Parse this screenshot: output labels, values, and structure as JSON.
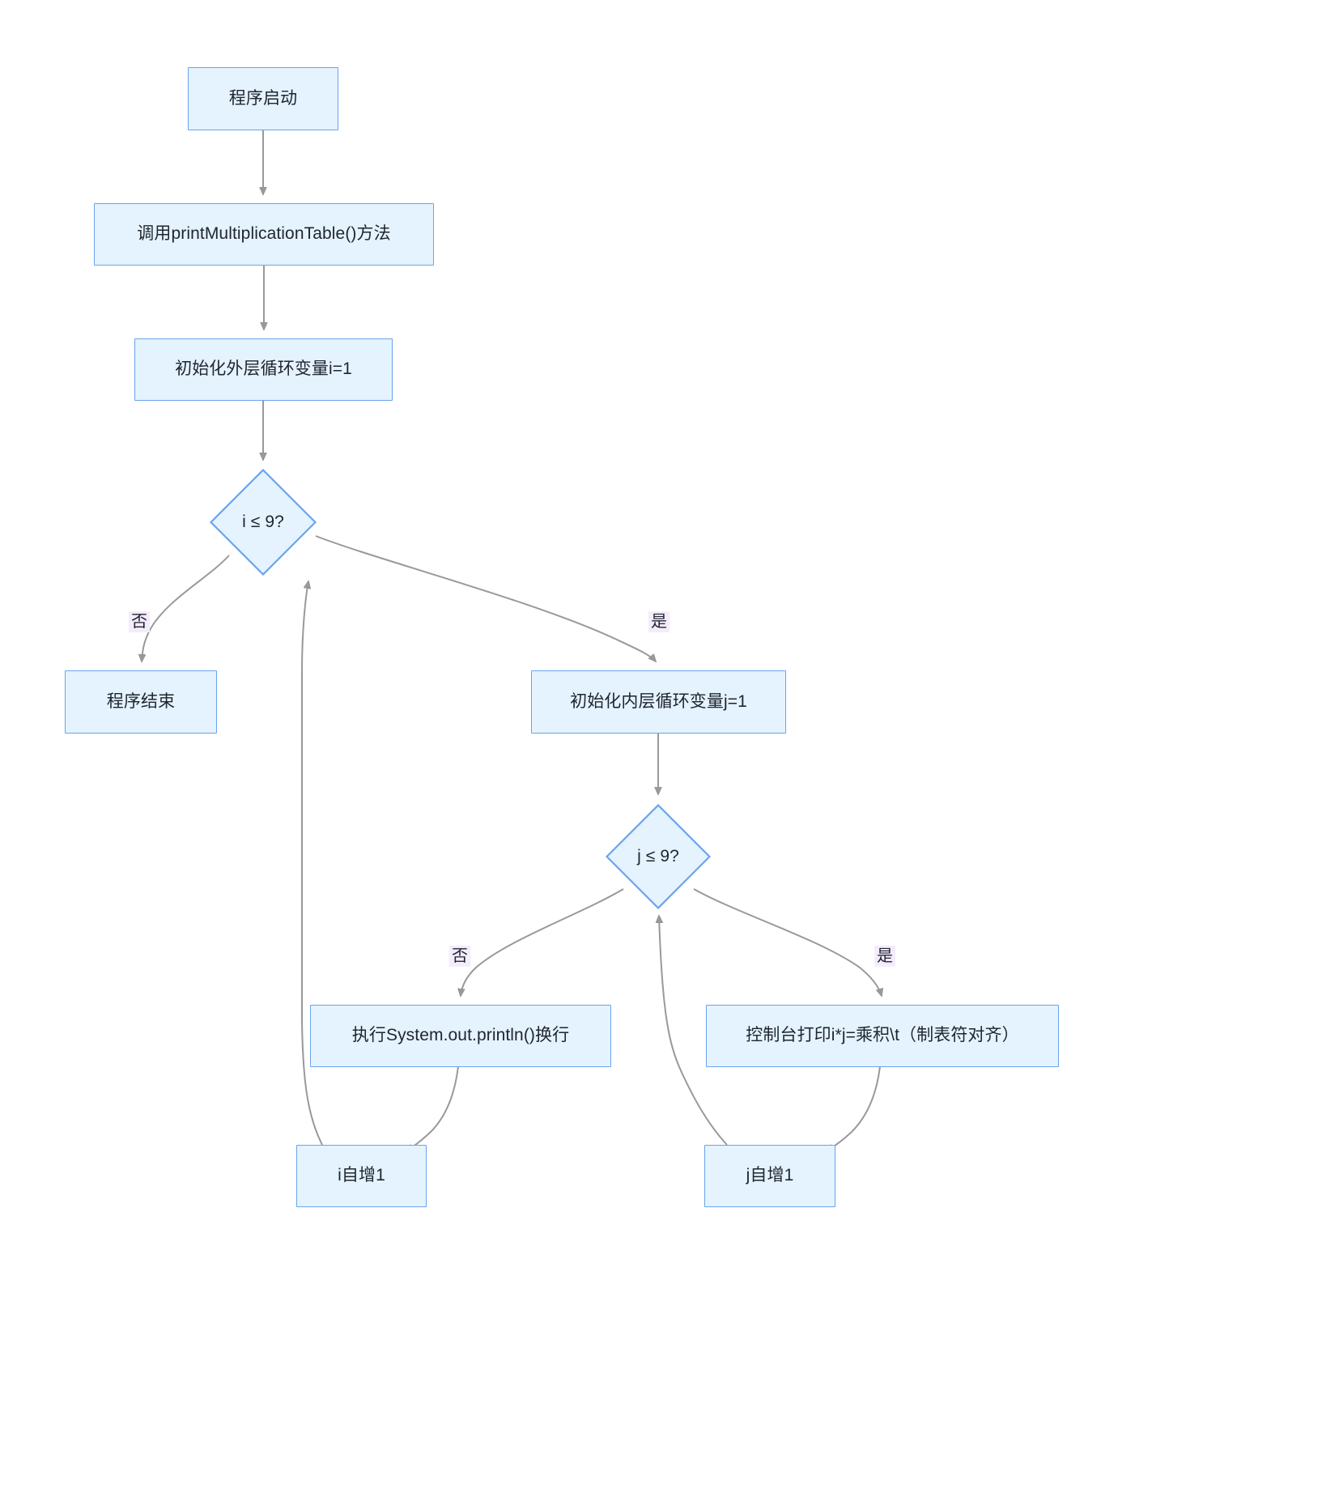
{
  "diagram": {
    "type": "flowchart",
    "direction": "top-to-bottom",
    "title_visible": false,
    "colors": {
      "node_fill": "#e4f3fd",
      "node_stroke": "#6aa3f0",
      "node_text": "#1f2430",
      "edge_stroke": "#999999",
      "edge_label_bg": "#f4ecfc",
      "canvas_bg": "#ffffff"
    },
    "nodes": [
      {
        "id": "start",
        "shape": "rect",
        "label": "程序启动"
      },
      {
        "id": "call",
        "shape": "rect",
        "label": "调用printMultiplicationTable()方法"
      },
      {
        "id": "init_i",
        "shape": "rect",
        "label": "初始化外层循环变量i=1"
      },
      {
        "id": "cond_i",
        "shape": "decision",
        "label": "i ≤ 9?"
      },
      {
        "id": "end",
        "shape": "rect",
        "label": "程序结束"
      },
      {
        "id": "init_j",
        "shape": "rect",
        "label": "初始化内层循环变量j=1"
      },
      {
        "id": "cond_j",
        "shape": "decision",
        "label": "j ≤ 9?"
      },
      {
        "id": "println",
        "shape": "rect",
        "label": "执行System.out.println()换行"
      },
      {
        "id": "print_prod",
        "shape": "rect",
        "label": "控制台打印i*j=乘积\\t（制表符对齐）"
      },
      {
        "id": "inc_i",
        "shape": "rect",
        "label": "i自增1"
      },
      {
        "id": "inc_j",
        "shape": "rect",
        "label": "j自增1"
      }
    ],
    "edges": [
      {
        "from": "start",
        "to": "call",
        "label": ""
      },
      {
        "from": "call",
        "to": "init_i",
        "label": ""
      },
      {
        "from": "init_i",
        "to": "cond_i",
        "label": ""
      },
      {
        "from": "cond_i",
        "to": "end",
        "label": "否"
      },
      {
        "from": "cond_i",
        "to": "init_j",
        "label": "是"
      },
      {
        "from": "init_j",
        "to": "cond_j",
        "label": ""
      },
      {
        "from": "cond_j",
        "to": "println",
        "label": "否"
      },
      {
        "from": "cond_j",
        "to": "print_prod",
        "label": "是"
      },
      {
        "from": "println",
        "to": "inc_i",
        "label": ""
      },
      {
        "from": "print_prod",
        "to": "inc_j",
        "label": ""
      },
      {
        "from": "inc_i",
        "to": "cond_i",
        "label": ""
      },
      {
        "from": "inc_j",
        "to": "cond_j",
        "label": ""
      }
    ],
    "edge_labels": {
      "cond_i_no": "否",
      "cond_i_yes": "是",
      "cond_j_no": "否",
      "cond_j_yes": "是"
    }
  }
}
